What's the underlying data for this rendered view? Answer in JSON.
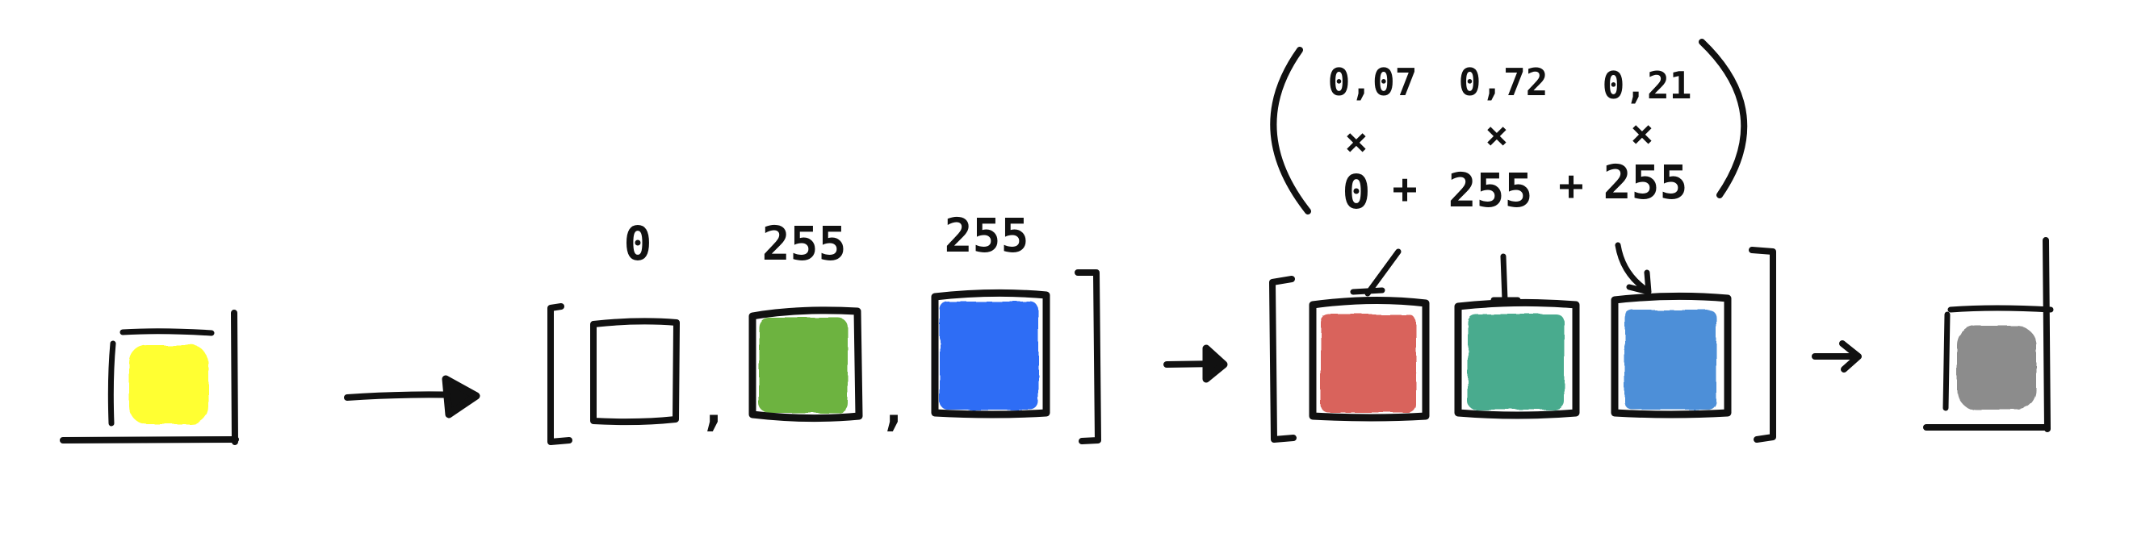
{
  "labels": {
    "value_red": "0",
    "value_green": "255",
    "value_blue": "255",
    "weight_red": "0,07",
    "weight_green": "0,72",
    "weight_blue": "0,21",
    "times_1": "×",
    "times_2": "×",
    "times_3": "×",
    "sum_term_1": "0",
    "plus_1": "+",
    "sum_term_2": "255",
    "plus_2": "+",
    "sum_term_3": "255",
    "comma_1": ",",
    "comma_2": ","
  },
  "colors": {
    "input_pixel": "#ffff33",
    "channel_green": "#6db33f",
    "channel_blue": "#2f6df5",
    "weighted_red": "#d9645c",
    "weighted_green": "#4aab8e",
    "weighted_blue": "#4d8fd8",
    "output_gray": "#8c8c8c",
    "ink": "#111111"
  },
  "icons": [
    "right-arrow-icon",
    "left-bracket-icon",
    "right-bracket-icon",
    "weight-pointer-icon"
  ]
}
